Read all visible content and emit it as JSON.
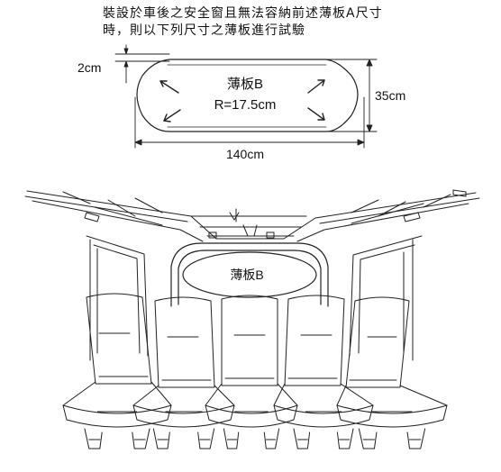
{
  "caption": {
    "line1": "裝設於車後之安全窗且無法容納前述薄板A尺寸",
    "line2": "時，則以下列尺寸之薄板進行試驗"
  },
  "board_diagram": {
    "name": "薄板B",
    "radius": "R=17.5cm",
    "dim_top": "2cm",
    "dim_height": "35cm",
    "dim_width": "140cm"
  },
  "vehicle": {
    "window_label": "薄板B",
    "seat_count": 5
  }
}
